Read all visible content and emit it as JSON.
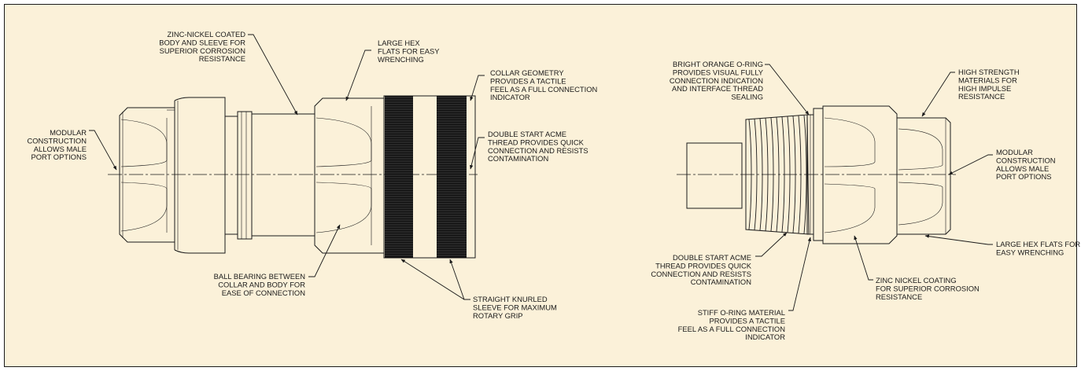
{
  "colors": {
    "background": "#fbf1d9",
    "ink": "#1a1a1a",
    "knurl": "#111111"
  },
  "left_fitting": {
    "callouts": {
      "zinc_nickel": [
        "ZINC-NICKEL COATED",
        "BODY AND SLEEVE FOR",
        "SUPERIOR CORROSION",
        "RESISTANCE"
      ],
      "large_hex": [
        "LARGE HEX",
        "FLATS FOR EASY",
        "WRENCHING"
      ],
      "collar_geometry": [
        "COLLAR GEOMETRY",
        "PROVIDES A TACTILE",
        "FEEL AS A FULL CONNECTION",
        "INDICATOR"
      ],
      "double_start": [
        "DOUBLE START ACME",
        "THREAD PROVIDES QUICK",
        "CONNECTION AND RESISTS",
        "CONTAMINATION"
      ],
      "modular": [
        "MODULAR",
        "CONSTRUCTION",
        "ALLOWS MALE",
        "PORT OPTIONS"
      ],
      "ball_bearing": [
        "BALL BEARING BETWEEN",
        "COLLAR AND BODY FOR",
        "EASE OF CONNECTION"
      ],
      "knurled_sleeve": [
        "STRAIGHT KNURLED",
        "SLEEVE FOR MAXIMUM",
        "ROTARY GRIP"
      ]
    }
  },
  "right_fitting": {
    "callouts": {
      "orange_oring": [
        "BRIGHT ORANGE O-RING",
        "PROVIDES VISUAL FULLY",
        "CONNECTION INDICATION",
        "AND INTERFACE THREAD",
        "SEALING"
      ],
      "high_strength": [
        "HIGH STRENGTH",
        "MATERIALS FOR",
        "HIGH IMPULSE",
        "RESISTANCE"
      ],
      "modular": [
        "MODULAR",
        "CONSTRUCTION",
        "ALLOWS MALE",
        "PORT OPTIONS"
      ],
      "large_hex": [
        "LARGE HEX FLATS FOR",
        "EASY WRENCHING"
      ],
      "zinc_nickel": [
        "ZINC NICKEL COATING",
        "FOR SUPERIOR CORROSION",
        "RESISTANCE"
      ],
      "double_start": [
        "DOUBLE START ACME",
        "THREAD PROVIDES QUICK",
        "CONNECTION AND RESISTS",
        "CONTAMINATION"
      ],
      "stiff_oring": [
        "STIFF O-RING MATERIAL",
        "PROVIDES A TACTILE",
        "FEEL AS A FULL CONNECTION",
        "INDICATOR"
      ]
    }
  }
}
